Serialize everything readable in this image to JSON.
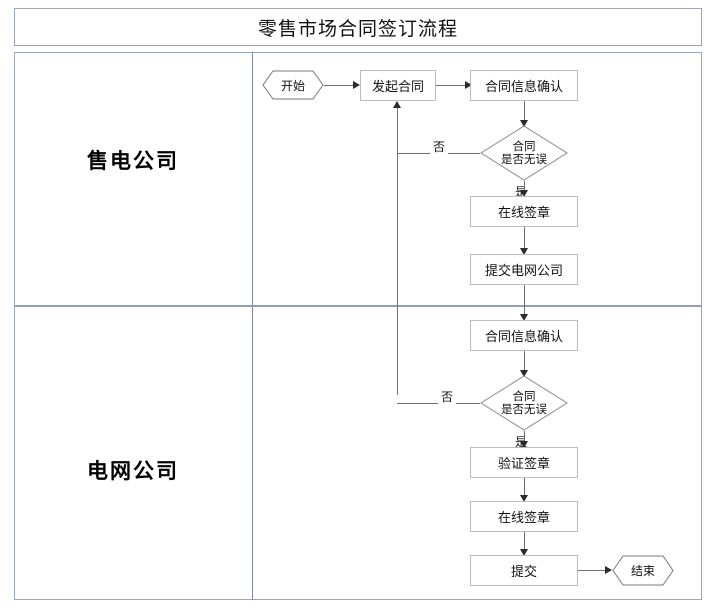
{
  "diagram": {
    "title": "零售市场合同签订流程",
    "type": "flowchart-swimlane",
    "lanes": [
      {
        "id": "lane-sales",
        "label": "售电公司"
      },
      {
        "id": "lane-grid",
        "label": "电网公司"
      }
    ],
    "nodes": [
      {
        "id": "start",
        "label": "开始",
        "shape": "hexagon",
        "lane": "lane-sales"
      },
      {
        "id": "initiate",
        "label": "发起合同",
        "shape": "process",
        "lane": "lane-sales"
      },
      {
        "id": "confirm1",
        "label": "合同信息确认",
        "shape": "process",
        "lane": "lane-sales"
      },
      {
        "id": "check1",
        "label": "合同是否无误",
        "line1": "合同",
        "line2": "是否无误",
        "shape": "decision",
        "lane": "lane-sales"
      },
      {
        "id": "sign1",
        "label": "在线签章",
        "shape": "process",
        "lane": "lane-sales"
      },
      {
        "id": "submitgrid",
        "label": "提交电网公司",
        "shape": "process",
        "lane": "lane-sales"
      },
      {
        "id": "confirm2",
        "label": "合同信息确认",
        "shape": "process",
        "lane": "lane-grid"
      },
      {
        "id": "check2",
        "label": "合同是否无误",
        "line1": "合同",
        "line2": "是否无误",
        "shape": "decision",
        "lane": "lane-grid"
      },
      {
        "id": "verify",
        "label": "验证签章",
        "shape": "process",
        "lane": "lane-grid"
      },
      {
        "id": "sign2",
        "label": "在线签章",
        "shape": "process",
        "lane": "lane-grid"
      },
      {
        "id": "submit",
        "label": "提交",
        "shape": "process",
        "lane": "lane-grid"
      },
      {
        "id": "end",
        "label": "结束",
        "shape": "hexagon",
        "lane": "lane-grid"
      }
    ],
    "edge_labels": {
      "no1": "否",
      "yes1": "是",
      "no2": "否",
      "yes2": "是"
    },
    "colors": {
      "frame_border": "#9aa7b8",
      "lane_divider": "#8fa0b5",
      "node_border": "#bdbdbd",
      "connector": "#6f6f6f",
      "arrow": "#2b2b2b",
      "background": "#ffffff",
      "text": "#111111"
    }
  }
}
